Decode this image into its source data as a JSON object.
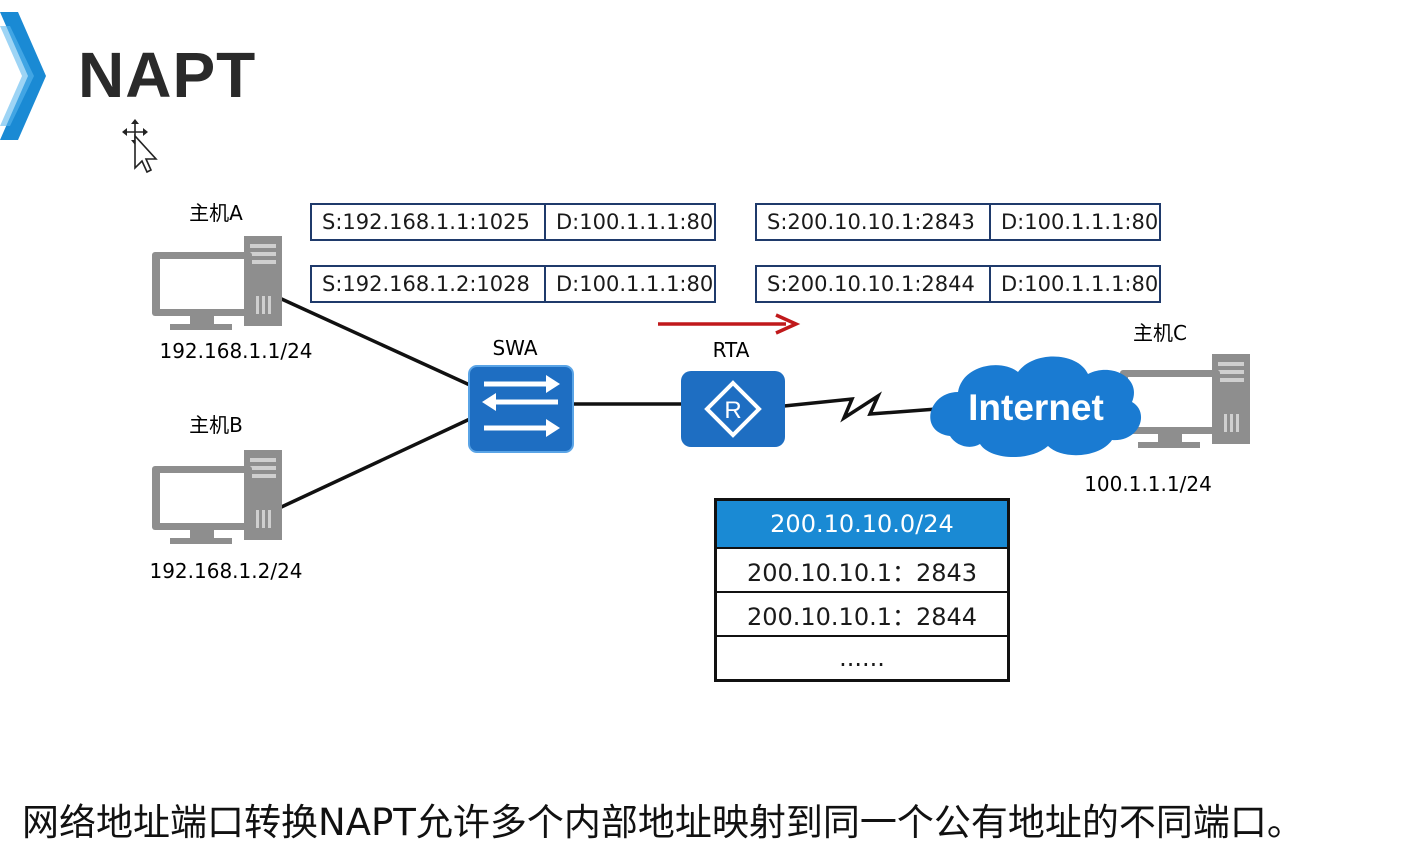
{
  "title": "NAPT",
  "colors": {
    "accent": "#1a8ad4",
    "device_blue": "#1e6ec2",
    "arrow_red": "#c0191b",
    "frame": "#1f3a6b"
  },
  "hosts": [
    {
      "name": "主机A",
      "ip": "192.168.1.1/24"
    },
    {
      "name": "主机B",
      "ip": "192.168.1.2/24"
    },
    {
      "name": "主机C",
      "ip": "100.1.1.1/24"
    }
  ],
  "devices": {
    "switch": "SWA",
    "router": "RTA",
    "router_symbol": "R",
    "cloud": "Internet"
  },
  "packets_private": [
    {
      "src": "S:192.168.1.1:1025",
      "dst": "D:100.1.1.1:80"
    },
    {
      "src": "S:192.168.1.2:1028",
      "dst": "D:100.1.1.1:80"
    }
  ],
  "packets_public": [
    {
      "src": "S:200.10.10.1:2843",
      "dst": "D:100.1.1.1:80"
    },
    {
      "src": "S:200.10.10.1:2844",
      "dst": "D:100.1.1.1:80"
    }
  ],
  "nat_table": {
    "header": "200.10.10.0/24",
    "rows": [
      "200.10.10.1：2843",
      "200.10.10.1：2844",
      "......"
    ]
  },
  "caption": "网络地址端口转换NAPT允许多个内部地址映射到同一个公有地址的不同端口。",
  "icons": [
    "title-chevron-icon",
    "move-cursor-icon",
    "computer-icon",
    "switch-icon",
    "router-icon",
    "cloud-icon",
    "arrow-right-icon"
  ]
}
